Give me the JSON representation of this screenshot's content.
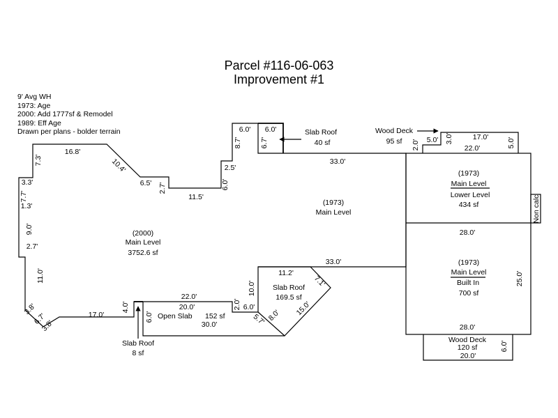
{
  "title": {
    "line1": "Parcel #116-06-063",
    "line2": "Improvement #1"
  },
  "notes": [
    "9' Avg WH",
    "1973: Age",
    "2000: Add 1777sf & Remodel",
    "1989: Eff Age",
    "Drawn per plans - bolder terrain"
  ],
  "areas": {
    "main2000": {
      "year": "(2000)",
      "name": "Main Level",
      "area": "3752.6 sf"
    },
    "main1973": {
      "year": "(1973)",
      "name": "Main Level"
    },
    "lower": {
      "year": "(1973)",
      "name": "Main Level",
      "sub": "Lower Level",
      "area": "434 sf"
    },
    "builtin": {
      "year": "(1973)",
      "name": "Main Level",
      "sub": "Built In",
      "area": "700 sf"
    },
    "slabRoofTop": {
      "name": "Slab Roof",
      "area": "40 sf"
    },
    "slabRoofMid": {
      "name": "Slab Roof",
      "area": "169.5 sf"
    },
    "slabRoofSmall": {
      "name": "Slab Roof",
      "area": "8 sf"
    },
    "openSlab": {
      "name": "Open Slab",
      "area": "152 sf"
    },
    "woodDeckTop": {
      "name": "Wood Deck",
      "area": "95 sf"
    },
    "woodDeckBottom": {
      "name": "Wood Deck",
      "area": "120 sf"
    },
    "nonCalc": "Non calc"
  },
  "dims": {
    "d168": "16.8'",
    "d104": "10.4'",
    "d65": "6.5'",
    "d27": "2.7'",
    "d115": "11.5'",
    "d60a": "6.0'",
    "d25": "2.5'",
    "d87": "8.7'",
    "d60b": "6.0'",
    "d60c": "6.0'",
    "d67": "6.7'",
    "d330a": "33.0'",
    "d73": "7.3'",
    "d33": "3.3'",
    "d77": "7.7'",
    "d13": "1.3'",
    "d90": "9.0'",
    "d27b": "2.7'",
    "d110": "11.0'",
    "d38a": "3.8'",
    "d67b": "6.7'",
    "d38b": "3.8'",
    "d170": "17.0'",
    "d40": "4.0'",
    "d220a": "22.0'",
    "d200a": "20.0'",
    "d60d": "6.0'",
    "d300": "30.0'",
    "d20": "2.0'",
    "d60e": "6.0'",
    "d57": "5.7'",
    "d80": "8.0'",
    "d150": "15.0'",
    "d100": "10.0'",
    "d112": "11.2'",
    "d71": "7.1'",
    "d330b": "33.0'",
    "d280a": "28.0'",
    "d280b": "28.0'",
    "d250": "25.0'",
    "d20b": "2.0'",
    "d50a": "5.0'",
    "d30": "3.0'",
    "d170b": "17.0'",
    "d220b": "22.0'",
    "d50b": "5.0'",
    "d60f": "6.0'",
    "d200b": "20.0'"
  }
}
